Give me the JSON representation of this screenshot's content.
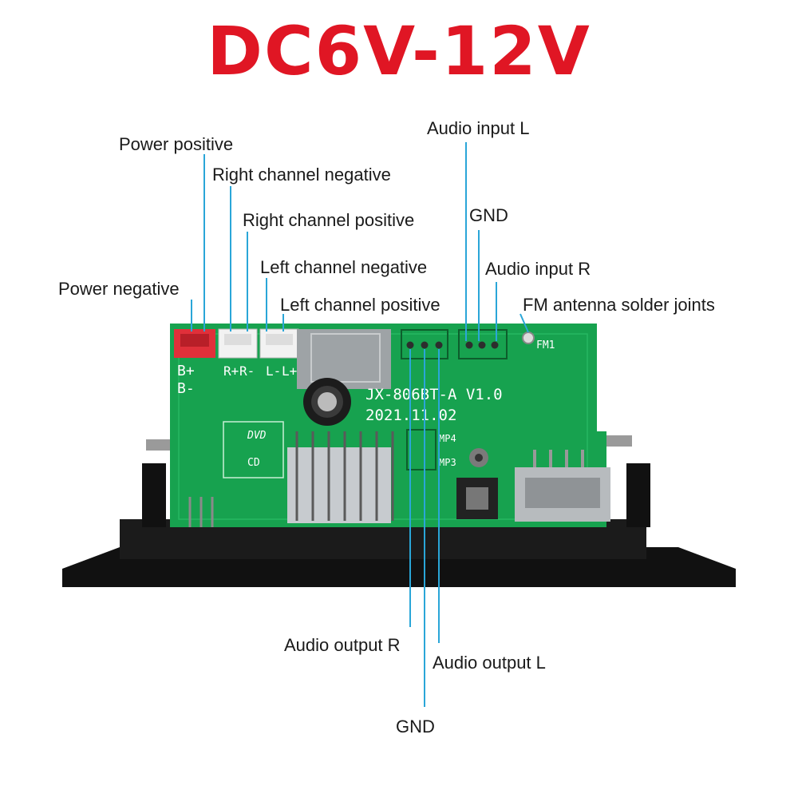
{
  "title": {
    "text": "DC6V-12V",
    "color": "#e01624"
  },
  "leader_color": "#2aa6d8",
  "labels": {
    "power_positive": "Power positive",
    "right_channel_negative": "Right channel negative",
    "right_channel_positive": "Right channel positive",
    "left_channel_negative": "Left channel negative",
    "power_negative": "Power negative",
    "left_channel_positive": "Left channel positive",
    "audio_input_l": "Audio input L",
    "gnd_top": "GND",
    "audio_input_r": "Audio input R",
    "fm_antenna": "FM antenna solder joints",
    "audio_output_r": "Audio output R",
    "audio_output_l": "Audio output L",
    "gnd_bottom": "GND"
  },
  "board_text": {
    "model": "JX-806BT-A V1.0",
    "date": "2021.11.02",
    "bplus": "B+",
    "bminus": "B-",
    "rplus": "R+",
    "rminus": "R-",
    "lminus": "L-",
    "lplus": "L+",
    "fm": "FM1",
    "dvd": "DVD",
    "cd": "CD",
    "mp4": "MP4",
    "mp3": "MP3"
  },
  "colors": {
    "pcb": "#17a24f",
    "faceplate": "#151515",
    "connector_red": "#e0303a",
    "connector_white": "#f2f2f2"
  }
}
